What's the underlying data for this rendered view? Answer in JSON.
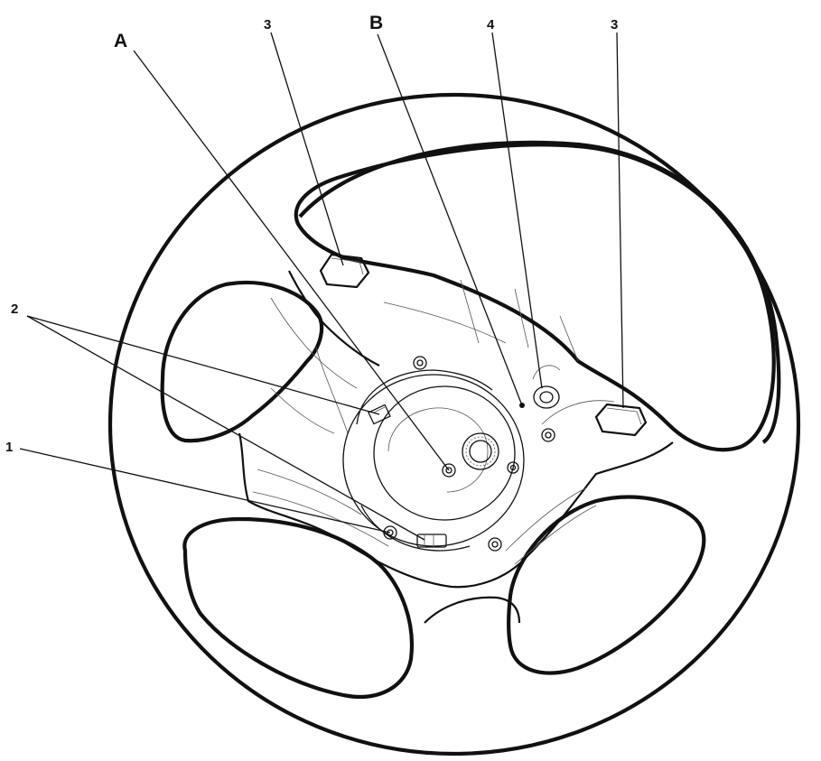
{
  "callouts": {
    "a": "A",
    "b": "B",
    "one": "1",
    "two": "2",
    "three_left": "3",
    "three_right": "3",
    "four": "4"
  }
}
